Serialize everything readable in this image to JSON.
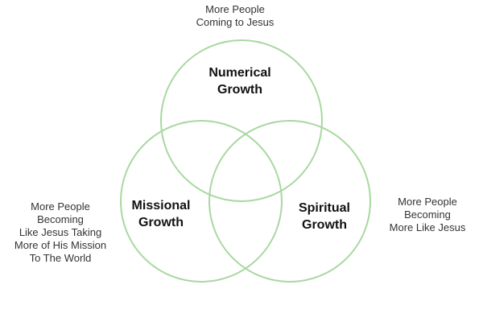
{
  "colors": {
    "circle_stroke": "#a8d8a0",
    "label_text": "#111111",
    "note_text": "#333333"
  },
  "diagram": {
    "type": "venn-3",
    "circles": [
      {
        "id": "numerical",
        "label_lines": [
          "Numerical",
          "Growth"
        ],
        "description_lines": [
          "More People",
          "Coming to Jesus"
        ]
      },
      {
        "id": "missional",
        "label_lines": [
          "Missional",
          "Growth"
        ],
        "description_lines": [
          "More People",
          "Becoming",
          "Like Jesus Taking",
          "More of His Mission",
          "To The World"
        ]
      },
      {
        "id": "spiritual",
        "label_lines": [
          "Spiritual",
          "Growth"
        ],
        "description_lines": [
          "More People",
          "Becoming",
          "More Like Jesus"
        ]
      }
    ]
  }
}
